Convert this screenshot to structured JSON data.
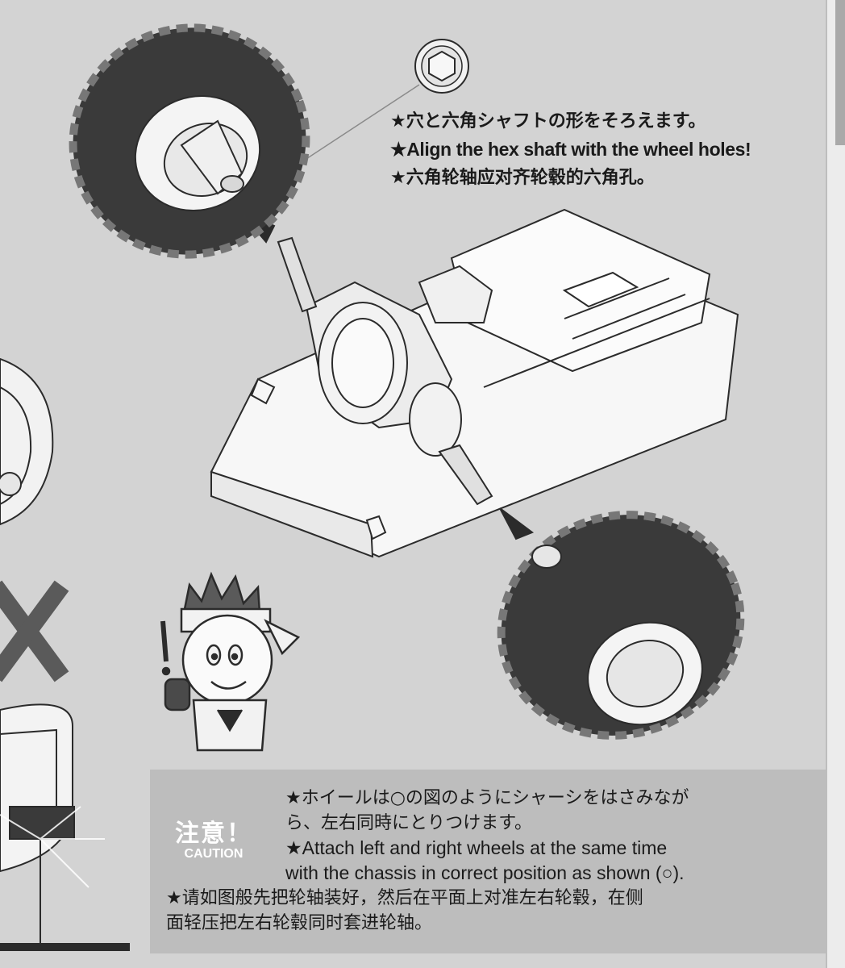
{
  "instructions": {
    "jp": "★穴と六角シャフトの形をそろえます。",
    "en": "★Align the hex shaft with the wheel holes!",
    "cn": "★六角轮轴应对齐轮毂的六角孔。"
  },
  "caution": {
    "badge_jp": "注意！",
    "badge_en": "CAUTION",
    "jp_line1": "★ホイールは○の図のようにシャーシをはさみなが",
    "jp_line2": "ら、左右同時にとりつけます。",
    "en_line1": "★Attach left and right wheels at the same time",
    "en_line2": "with the chassis in correct position as shown (○).",
    "cn_line1": "★请如图般先把轮轴装好，然后在平面上对准左右轮毂，在侧",
    "cn_line2": "面轻压把左右轮毂同时套进轮轴。"
  },
  "colors": {
    "page_bg": "#d3d3d3",
    "caution_box": "#bdbdbd",
    "badge": "#595959",
    "line_art": "#2b2b2b"
  }
}
